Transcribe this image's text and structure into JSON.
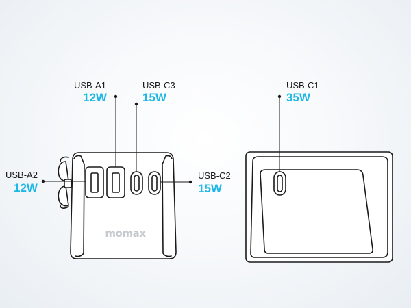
{
  "brand": "momax",
  "ports": {
    "usb_a1": {
      "name": "USB-A1",
      "watt": "12W"
    },
    "usb_c3": {
      "name": "USB-C3",
      "watt": "15W"
    },
    "usb_c1": {
      "name": "USB-C1",
      "watt": "35W"
    },
    "usb_a2": {
      "name": "USB-A2",
      "watt": "12W"
    },
    "usb_c2": {
      "name": "USB-C2",
      "watt": "15W"
    }
  },
  "colors": {
    "watt_accent": "#1fb8e6",
    "outline": "#1a1a1a",
    "brand_mark": "#c6cacf",
    "background": "#eef2f6"
  }
}
